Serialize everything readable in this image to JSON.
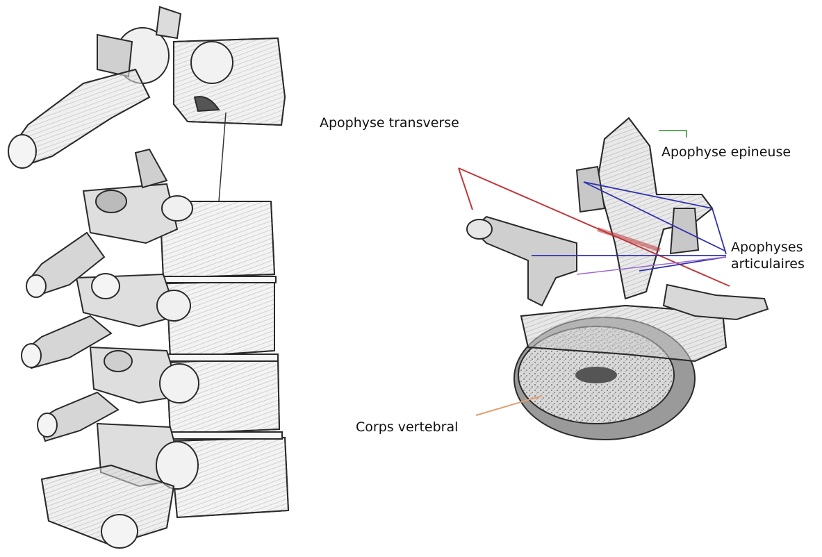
{
  "labels": {
    "transverse": "Apophyse transverse",
    "spinous": "Apophyse epineuse",
    "articular_line1": "Apophyses",
    "articular_line2": "articulaires",
    "body": "Corps vertebral"
  },
  "colors": {
    "transverse_leader": "#c0393b",
    "spinous_leader": "#2e8b2e",
    "articular_leader": "#3030b0",
    "body_leader": "#e0a070",
    "bone_stroke": "#2a2a2a",
    "bone_fill": "#e9e9e9",
    "bone_shade": "#9a9a9a"
  }
}
